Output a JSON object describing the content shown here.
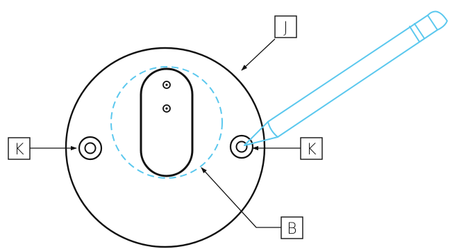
{
  "labels": {
    "top_right": "J",
    "left": "K",
    "right": "K",
    "bottom": "B"
  },
  "colors": {
    "line": "#111111",
    "pencil": "#5bc8ee",
    "background": "#ffffff"
  }
}
